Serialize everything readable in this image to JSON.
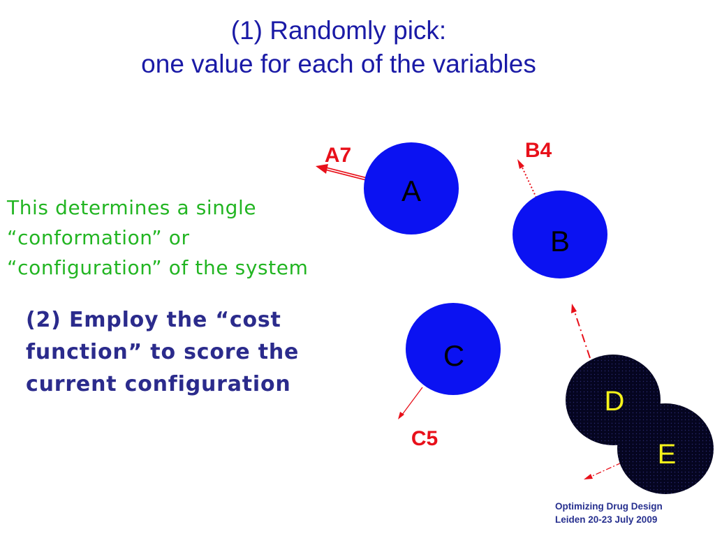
{
  "title": {
    "line1": "(1) Randomly pick:",
    "line2": "one value for each of the variables"
  },
  "note_green": {
    "lines": [
      "This determines a single",
      "“conformation” or",
      "“configuration” of the system"
    ]
  },
  "note_blue": {
    "lines": [
      "(2) Employ the “cost",
      "function” to score the",
      "current configuration"
    ]
  },
  "diagram": {
    "nodes": [
      {
        "id": "A",
        "label": "A"
      },
      {
        "id": "B",
        "label": "B"
      },
      {
        "id": "C",
        "label": "C"
      },
      {
        "id": "D",
        "label": "D"
      },
      {
        "id": "E",
        "label": "E"
      }
    ],
    "values": [
      {
        "id": "A7",
        "label": "A7"
      },
      {
        "id": "B4",
        "label": "B4"
      },
      {
        "id": "C5",
        "label": "C5"
      }
    ]
  },
  "footer": {
    "line1": "Optimizing Drug Design",
    "line2": "Leiden 20-23 July 2009"
  },
  "colors": {
    "title": "#1a1aa6",
    "green_text": "#22b522",
    "blue_text": "#2b2b8c",
    "node_blue": "#0b12f2",
    "node_dark": "#050520",
    "node_dark_label": "#f5f21a",
    "value_red": "#e8101a",
    "footer": "#27308f"
  }
}
